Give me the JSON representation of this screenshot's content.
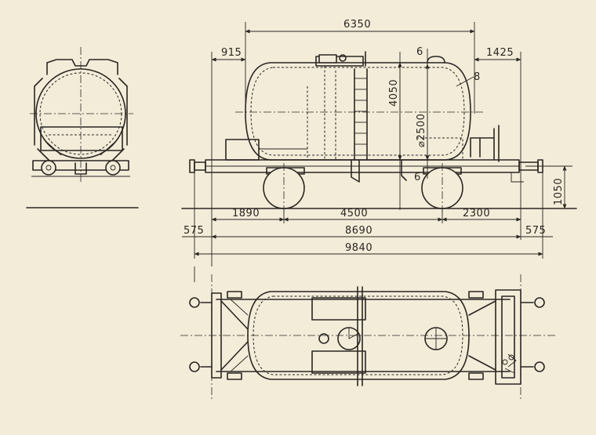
{
  "dimensions": {
    "overall_tank_length": "6350",
    "tank_front_offset": "915",
    "tank_rear_offset": "1425",
    "tank_height": "4050",
    "tank_diameter": "⌀2500",
    "dome_height": "6",
    "shell_thickness": "8",
    "frame_height_mark": "6",
    "buffer_height": "1050",
    "front_overhang": "1890",
    "wheelbase": "4500",
    "rear_overhang": "2300",
    "end_offset_left": "575",
    "frame_length": "8690",
    "end_offset_right": "575",
    "overall_length": "9840"
  }
}
